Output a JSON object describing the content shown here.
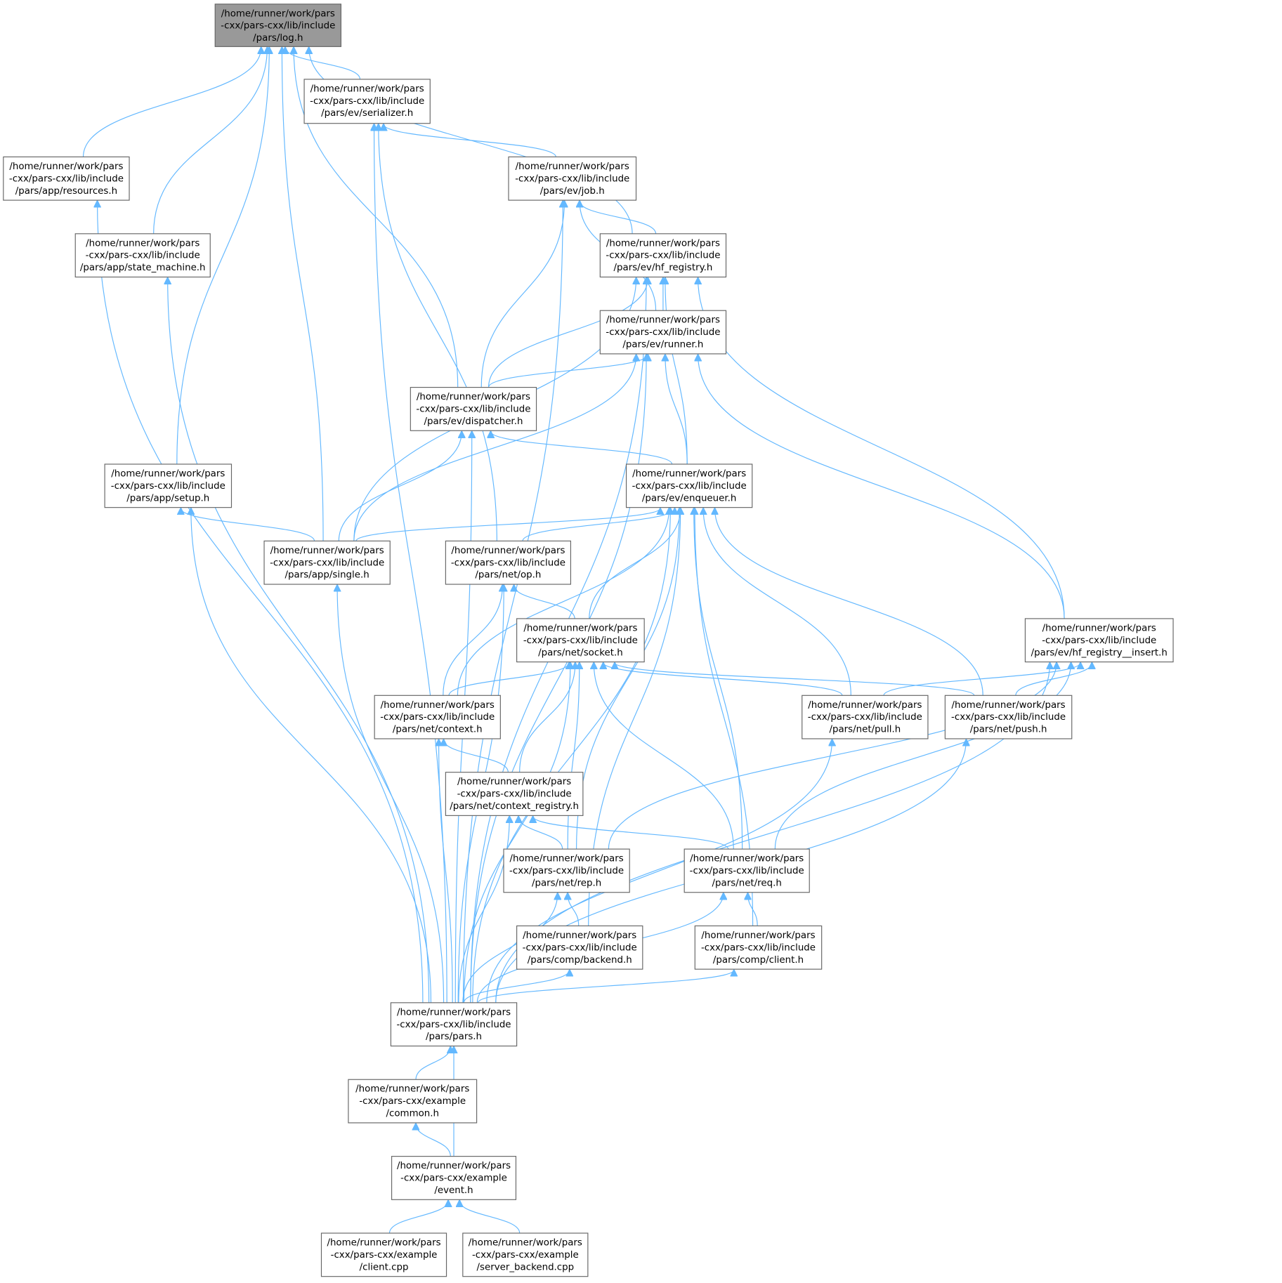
{
  "diagram": {
    "type": "include-dependency-graph",
    "colors": {
      "edge": "#63b8ff",
      "root_fill": "#999999",
      "node_border": "#666666"
    },
    "nodes": {
      "log": {
        "lines": [
          "/home/runner/work/pars",
          "-cxx/pars-cxx/lib/include",
          "/pars/log.h"
        ],
        "root": true
      },
      "serializer": {
        "lines": [
          "/home/runner/work/pars",
          "-cxx/pars-cxx/lib/include",
          "/pars/ev/serializer.h"
        ]
      },
      "resources": {
        "lines": [
          "/home/runner/work/pars",
          "-cxx/pars-cxx/lib/include",
          "/pars/app/resources.h"
        ]
      },
      "job": {
        "lines": [
          "/home/runner/work/pars",
          "-cxx/pars-cxx/lib/include",
          "/pars/ev/job.h"
        ]
      },
      "state_machine": {
        "lines": [
          "/home/runner/work/pars",
          "-cxx/pars-cxx/lib/include",
          "/pars/app/state_machine.h"
        ]
      },
      "hf_registry": {
        "lines": [
          "/home/runner/work/pars",
          "-cxx/pars-cxx/lib/include",
          "/pars/ev/hf_registry.h"
        ]
      },
      "runner": {
        "lines": [
          "/home/runner/work/pars",
          "-cxx/pars-cxx/lib/include",
          "/pars/ev/runner.h"
        ]
      },
      "dispatcher": {
        "lines": [
          "/home/runner/work/pars",
          "-cxx/pars-cxx/lib/include",
          "/pars/ev/dispatcher.h"
        ]
      },
      "setup": {
        "lines": [
          "/home/runner/work/pars",
          "-cxx/pars-cxx/lib/include",
          "/pars/app/setup.h"
        ]
      },
      "enqueuer": {
        "lines": [
          "/home/runner/work/pars",
          "-cxx/pars-cxx/lib/include",
          "/pars/ev/enqueuer.h"
        ]
      },
      "single": {
        "lines": [
          "/home/runner/work/pars",
          "-cxx/pars-cxx/lib/include",
          "/pars/app/single.h"
        ]
      },
      "op": {
        "lines": [
          "/home/runner/work/pars",
          "-cxx/pars-cxx/lib/include",
          "/pars/net/op.h"
        ]
      },
      "socket": {
        "lines": [
          "/home/runner/work/pars",
          "-cxx/pars-cxx/lib/include",
          "/pars/net/socket.h"
        ]
      },
      "hf_insert": {
        "lines": [
          "/home/runner/work/pars",
          "-cxx/pars-cxx/lib/include",
          "/pars/ev/hf_registry__insert.h"
        ]
      },
      "context": {
        "lines": [
          "/home/runner/work/pars",
          "-cxx/pars-cxx/lib/include",
          "/pars/net/context.h"
        ]
      },
      "pull": {
        "lines": [
          "/home/runner/work/pars",
          "-cxx/pars-cxx/lib/include",
          "/pars/net/pull.h"
        ]
      },
      "push": {
        "lines": [
          "/home/runner/work/pars",
          "-cxx/pars-cxx/lib/include",
          "/pars/net/push.h"
        ]
      },
      "context_registry": {
        "lines": [
          "/home/runner/work/pars",
          "-cxx/pars-cxx/lib/include",
          "/pars/net/context_registry.h"
        ]
      },
      "rep": {
        "lines": [
          "/home/runner/work/pars",
          "-cxx/pars-cxx/lib/include",
          "/pars/net/rep.h"
        ]
      },
      "req": {
        "lines": [
          "/home/runner/work/pars",
          "-cxx/pars-cxx/lib/include",
          "/pars/net/req.h"
        ]
      },
      "backend": {
        "lines": [
          "/home/runner/work/pars",
          "-cxx/pars-cxx/lib/include",
          "/pars/comp/backend.h"
        ]
      },
      "client_h": {
        "lines": [
          "/home/runner/work/pars",
          "-cxx/pars-cxx/lib/include",
          "/pars/comp/client.h"
        ]
      },
      "pars": {
        "lines": [
          "/home/runner/work/pars",
          "-cxx/pars-cxx/lib/include",
          "/pars/pars.h"
        ]
      },
      "common": {
        "lines": [
          "/home/runner/work/pars",
          "-cxx/pars-cxx/example",
          "/common.h"
        ]
      },
      "event": {
        "lines": [
          "/home/runner/work/pars",
          "-cxx/pars-cxx/example",
          "/event.h"
        ]
      },
      "client_cpp": {
        "lines": [
          "/home/runner/work/pars",
          "-cxx/pars-cxx/example",
          "/client.cpp"
        ]
      },
      "server_backend": {
        "lines": [
          "/home/runner/work/pars",
          "-cxx/pars-cxx/example",
          "/server_backend.cpp"
        ]
      }
    },
    "edges": [
      [
        "resources",
        "log"
      ],
      [
        "state_machine",
        "log"
      ],
      [
        "setup",
        "log"
      ],
      [
        "single",
        "log"
      ],
      [
        "serializer",
        "log"
      ],
      [
        "dispatcher",
        "log"
      ],
      [
        "hf_registry",
        "log"
      ],
      [
        "job",
        "serializer"
      ],
      [
        "pars",
        "serializer"
      ],
      [
        "op",
        "serializer"
      ],
      [
        "pars",
        "resources"
      ],
      [
        "hf_registry",
        "job"
      ],
      [
        "dispatcher",
        "job"
      ],
      [
        "runner",
        "job"
      ],
      [
        "pars",
        "job"
      ],
      [
        "pars",
        "state_machine"
      ],
      [
        "runner",
        "hf_registry"
      ],
      [
        "dispatcher",
        "hf_registry"
      ],
      [
        "single",
        "hf_registry"
      ],
      [
        "enqueuer",
        "hf_registry"
      ],
      [
        "hf_insert",
        "hf_registry"
      ],
      [
        "pars",
        "hf_registry"
      ],
      [
        "dispatcher",
        "runner"
      ],
      [
        "enqueuer",
        "runner"
      ],
      [
        "single",
        "runner"
      ],
      [
        "hf_insert",
        "runner"
      ],
      [
        "pars",
        "runner"
      ],
      [
        "enqueuer",
        "dispatcher"
      ],
      [
        "single",
        "dispatcher"
      ],
      [
        "pars",
        "dispatcher"
      ],
      [
        "single",
        "setup"
      ],
      [
        "pars",
        "setup"
      ],
      [
        "single",
        "enqueuer"
      ],
      [
        "op",
        "enqueuer"
      ],
      [
        "socket",
        "enqueuer"
      ],
      [
        "context",
        "enqueuer"
      ],
      [
        "rep",
        "enqueuer"
      ],
      [
        "backend",
        "enqueuer"
      ],
      [
        "req",
        "enqueuer"
      ],
      [
        "client_h",
        "enqueuer"
      ],
      [
        "pull",
        "enqueuer"
      ],
      [
        "push",
        "enqueuer"
      ],
      [
        "pars",
        "enqueuer"
      ],
      [
        "pars",
        "single"
      ],
      [
        "socket",
        "op"
      ],
      [
        "context",
        "op"
      ],
      [
        "pars",
        "op"
      ],
      [
        "context",
        "socket"
      ],
      [
        "context_registry",
        "socket"
      ],
      [
        "rep",
        "socket"
      ],
      [
        "req",
        "socket"
      ],
      [
        "pull",
        "socket"
      ],
      [
        "push",
        "socket"
      ],
      [
        "pars",
        "socket"
      ],
      [
        "pull",
        "hf_insert"
      ],
      [
        "push",
        "hf_insert"
      ],
      [
        "rep",
        "hf_insert"
      ],
      [
        "req",
        "hf_insert"
      ],
      [
        "pars",
        "hf_insert"
      ],
      [
        "context_registry",
        "context"
      ],
      [
        "pars",
        "context"
      ],
      [
        "pars",
        "pull"
      ],
      [
        "pars",
        "push"
      ],
      [
        "rep",
        "context_registry"
      ],
      [
        "req",
        "context_registry"
      ],
      [
        "pars",
        "context_registry"
      ],
      [
        "backend",
        "rep"
      ],
      [
        "pars",
        "rep"
      ],
      [
        "client_h",
        "req"
      ],
      [
        "pars",
        "req"
      ],
      [
        "pars",
        "backend"
      ],
      [
        "pars",
        "client_h"
      ],
      [
        "common",
        "pars"
      ],
      [
        "event",
        "pars"
      ],
      [
        "event",
        "common"
      ],
      [
        "client_cpp",
        "event"
      ],
      [
        "server_backend",
        "event"
      ]
    ]
  }
}
